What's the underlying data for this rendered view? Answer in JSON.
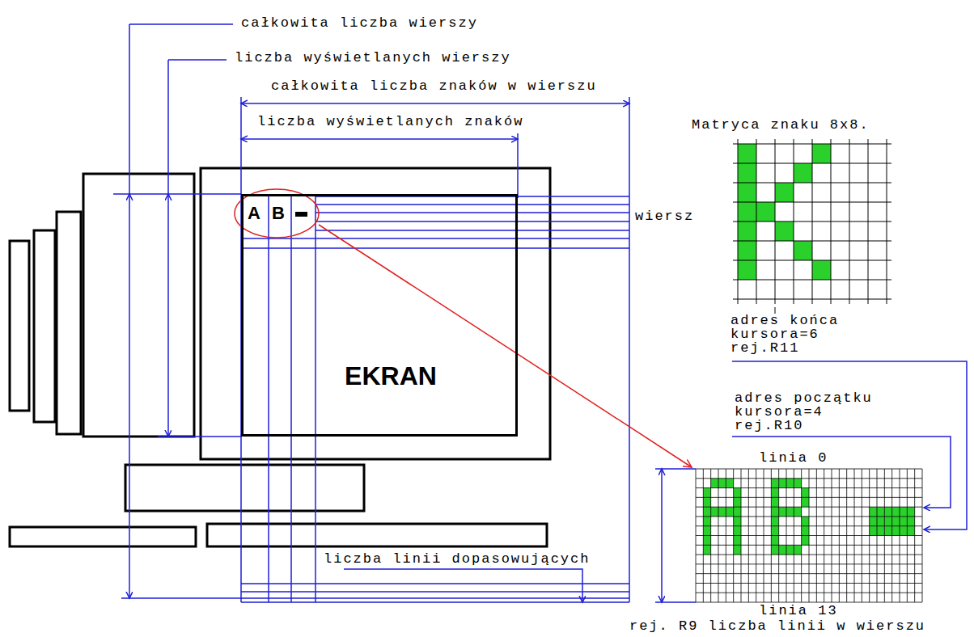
{
  "diagram": {
    "nodes": [
      {
        "text": [
          "EKRAN"
        ]
      }
    ],
    "labels": [
      "całkowita liczba wierszy",
      "liczba wyświetlanych wierszy",
      "całkowita liczba znaków w wierszu",
      "liczba wyświetlanych znaków",
      "Matryca znaku 8x8.",
      "A",
      "B",
      "wiersz",
      "adres końca kursora=6 rej.R11",
      "adres początku kursora=4 rej.R10",
      "linia 0",
      "linia 13",
      "rej. R9 liczba linii w wierszu",
      "liczba linii dopasowujących"
    ]
  }
}
